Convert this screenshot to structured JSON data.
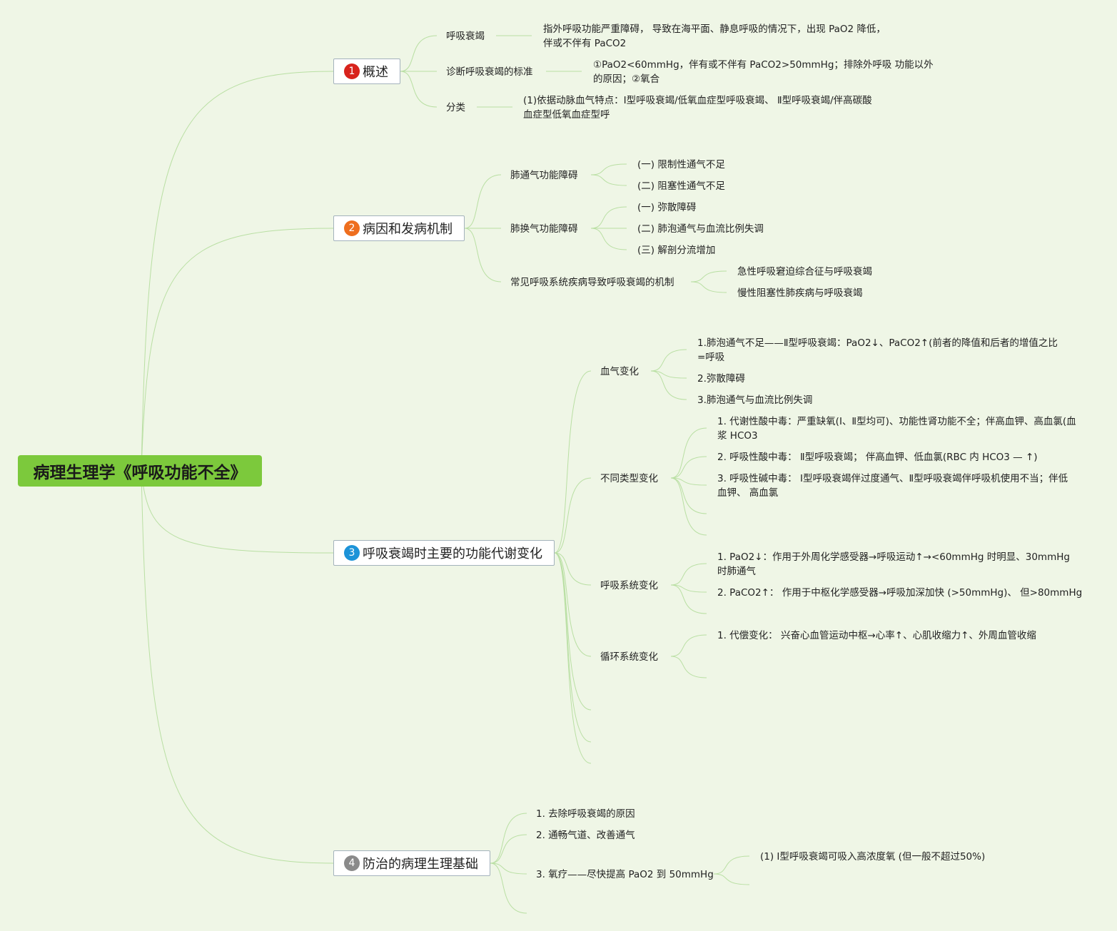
{
  "root": {
    "title": "病理生理学《呼吸功能不全》"
  },
  "colors": {
    "background": "#eff6e6",
    "root_fill": "#7cc93c",
    "link": "#b9dfa3",
    "badges": [
      "#d8231c",
      "#ee6e1e",
      "#1c93d8",
      "#8a8a8a"
    ]
  },
  "branches": [
    {
      "num": "1",
      "label": "概述",
      "children": [
        {
          "label": "呼吸衰竭",
          "detail": "指外呼吸功能严重障碍， 导致在海平面、静息呼吸的情况下，出现 PaO2 降低，伴或不伴有 PaCO2"
        },
        {
          "label": "诊断呼吸衰竭的标准",
          "detail": "①PaO2<60mmHg，伴有或不伴有 PaCO2>50mmHg；排除外呼吸 功能以外的原因；②氧合"
        },
        {
          "label": "分类",
          "detail": "(1)依据动脉血气特点：Ⅰ型呼吸衰竭/低氧血症型呼吸衰竭、 Ⅱ型呼吸衰竭/伴高碳酸血症型低氧血症型呼"
        }
      ]
    },
    {
      "num": "2",
      "label": "病因和发病机制",
      "children": [
        {
          "label": "肺通气功能障碍",
          "items": [
            "(一) 限制性通气不足",
            "(二) 阻塞性通气不足"
          ]
        },
        {
          "label": "肺换气功能障碍",
          "items": [
            "(一) 弥散障碍",
            "(二) 肺泡通气与血流比例失调",
            "(三) 解剖分流增加"
          ]
        },
        {
          "label": "常见呼吸系统疾病导致呼吸衰竭的机制",
          "items": [
            "急性呼吸窘迫综合征与呼吸衰竭",
            "慢性阻塞性肺疾病与呼吸衰竭"
          ]
        }
      ]
    },
    {
      "num": "3",
      "label": "呼吸衰竭时主要的功能代谢变化",
      "children": [
        {
          "label": "血气变化",
          "items": [
            "1.肺泡通气不足——Ⅱ型呼吸衰竭：PaO2↓、PaCO2↑(前者的降值和后者的增值之比=呼吸",
            "2.弥散障碍",
            "3.肺泡通气与血流比例失调"
          ]
        },
        {
          "label": "不同类型变化",
          "items": [
            "1. 代谢性酸中毒：严重缺氧(Ⅰ、Ⅱ型均可)、功能性肾功能不全；伴高血钾、高血氯(血 浆 HCO3",
            "2. 呼吸性酸中毒： Ⅱ型呼吸衰竭； 伴高血钾、低血氯(RBC 内 HCO3 — ↑)",
            "3. 呼吸性碱中毒： Ⅰ型呼吸衰竭伴过度通气、Ⅱ型呼吸衰竭伴呼吸机使用不当；伴低血钾、 高血氯"
          ]
        },
        {
          "label": "呼吸系统变化",
          "items": [
            "1. PaO2↓：作用于外周化学感受器→呼吸运动↑→<60mmHg 时明显、30mmHg 时肺通气",
            "2. PaCO2↑： 作用于中枢化学感受器→呼吸加深加快 (>50mmHg)、 但>80mmHg"
          ]
        },
        {
          "label": "循环系统变化",
          "items": [
            "1. 代偿变化： 兴奋心血管运动中枢→心率↑、心肌收缩力↑、外周血管收缩"
          ]
        }
      ]
    },
    {
      "num": "4",
      "label": "防治的病理生理基础",
      "children": [
        {
          "label": "1. 去除呼吸衰竭的原因"
        },
        {
          "label": "2. 通畅气道、改善通气"
        },
        {
          "label": "3. 氧疗——尽快提高 PaO2 到 50mmHg",
          "items": [
            "(1) Ⅰ型呼吸衰竭可吸入高浓度氧 (但一般不超过50%)"
          ]
        }
      ]
    }
  ]
}
